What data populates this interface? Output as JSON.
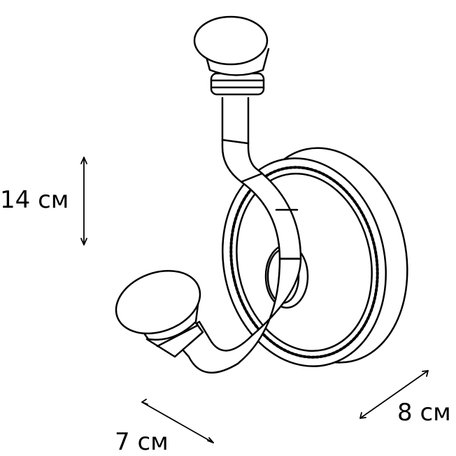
{
  "dimensions": {
    "height": "14 см",
    "width": "7 см",
    "depth": "8 см"
  },
  "colors": {
    "line": "#000000",
    "background": "#ffffff"
  }
}
